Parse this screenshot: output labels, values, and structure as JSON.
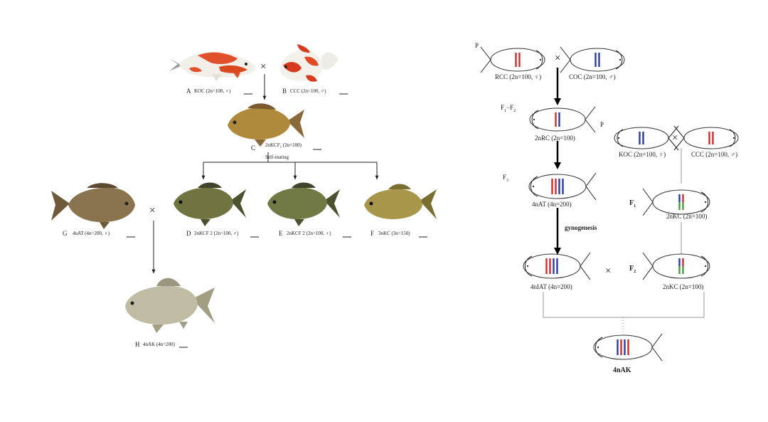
{
  "left_panel": {
    "cross_symbol": "×",
    "fish": {
      "A": {
        "letter": "A",
        "label": "KOC (2n=100, ♀)"
      },
      "B": {
        "letter": "B",
        "label": "CCC (2n=100, ♂)"
      },
      "C": {
        "letter": "C",
        "label_main": "2nKCF",
        "label_sub": "1",
        "label_rest": " (2n=100)",
        "mating": "Self-mating"
      },
      "D": {
        "letter": "D",
        "label": "2nKCF 2 (2n=100, ♂)"
      },
      "E": {
        "letter": "E",
        "label": "2nKCF 2 (2n=100, ♀)"
      },
      "F": {
        "letter": "F",
        "label": "3nKC (3n=150)"
      },
      "G": {
        "letter": "G",
        "label": "4nAT (4n=200, ♀)"
      },
      "H": {
        "letter": "H",
        "label": "4nAK (4n=200)"
      }
    },
    "colors": {
      "koi_orange": "#e0502a",
      "goldfish_red": "#d83a1e",
      "olive": "#6f7440",
      "gold": "#b08a3c",
      "silver": "#b7b29a",
      "bronze": "#8a6f45"
    }
  },
  "right_panel": {
    "cross_symbol": "×",
    "gen_P": "P",
    "gen_F1F2_main": "F",
    "gen_F1F2_s1": "1",
    "gen_F1F2_mid": "−F",
    "gen_F1F2_s2": "2",
    "gen_F3_main": "F",
    "gen_F3_sub": "3",
    "gen_F1_main": "F",
    "gen_F1_sub": "1",
    "gen_F2_main": "F",
    "gen_F2_sub": "2",
    "labels": {
      "rcc": "RCC (2n=100, ♀)",
      "coc": "COC  (2n=100,  ♂)",
      "nrc": "2nRC  (2n=100)",
      "koc": "KOC (2n=100, ♀)",
      "ccc": "CCC (2n=100, ♂)",
      "at4": "4nAT (4n=200)",
      "kc1": "2nKC (2n=100)",
      "gyno": "gynogenesis",
      "iat": "4nIAT (4n=200)",
      "kc2": "2nKC (2n=100)",
      "ak": "4nAK"
    },
    "colors": {
      "red": "#d12b2b",
      "blue": "#2a3aa8",
      "green": "#4a9a3a"
    }
  }
}
